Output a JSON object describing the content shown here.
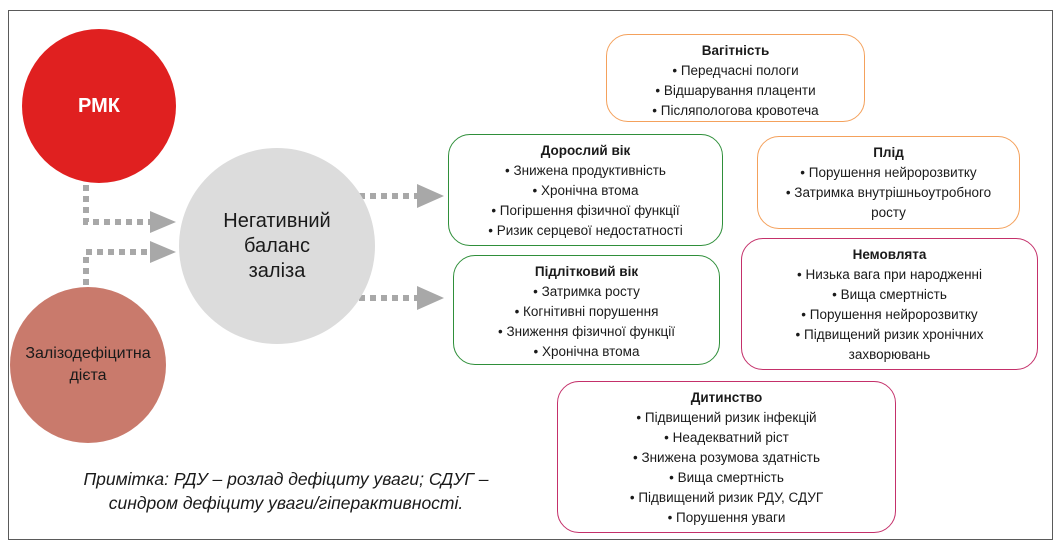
{
  "nodes": {
    "rmk": "РМК",
    "diet": [
      "Залізодефіцитна",
      "дієта"
    ],
    "negative": [
      "Негативний",
      "баланс",
      "заліза"
    ]
  },
  "boxes": {
    "pregnancy": {
      "title": "Вагітність",
      "items": [
        "• Передчасні пологи",
        "• Відшарування плаценти",
        "• Післяпологова кровотеча"
      ]
    },
    "adult": {
      "title": "Дорослий вік",
      "items": [
        "• Знижена продуктивність",
        "• Хронічна втома",
        "• Погіршення фізичної функції",
        "• Ризик серцевої недостатності"
      ]
    },
    "fetus": {
      "title": "Плід",
      "items": [
        "• Порушення нейророзвитку",
        "• Затримка внутрішньоутробного",
        "росту"
      ]
    },
    "adolescent": {
      "title": "Підлітковий вік",
      "items": [
        "• Затримка росту",
        "• Когнітивні порушення",
        "• Зниження фізичної функції",
        "• Хронічна втома"
      ]
    },
    "infant": {
      "title": "Немовлята",
      "items": [
        "• Низька вага при народженні",
        "• Вища смертність",
        "• Порушення нейророзвитку",
        "• Підвищений ризик хронічних",
        "захворювань"
      ]
    },
    "childhood": {
      "title": "Дитинство",
      "items": [
        "• Підвищений ризик інфекцій",
        "• Неадекватний ріст",
        "• Знижена розумова здатність",
        "• Вища смертність",
        "• Підвищений ризик РДУ, СДУГ",
        "• Порушення уваги"
      ]
    }
  },
  "note": [
    "Примітка: РДУ – розлад дефіциту уваги; СДУГ –",
    "синдром дефіциту уваги/гіперактивності."
  ],
  "colors": {
    "rmk": "#e02020",
    "diet": "#c97a6c",
    "negative": "#dcdcdc",
    "arrow": "#a8a8a8",
    "orange": "#f4a15c",
    "green": "#2f8f3a",
    "pink": "#c4306a"
  }
}
